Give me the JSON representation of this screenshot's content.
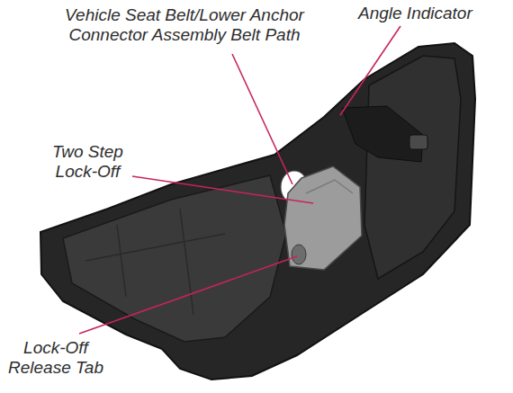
{
  "diagram": {
    "labels": [
      "Angle Indicator",
      "Vehicle Seat Belt/Lower Anchor Connector Assembly Belt Path",
      "Two Step Lock-Off",
      "Lock-Off Release Tab"
    ]
  }
}
